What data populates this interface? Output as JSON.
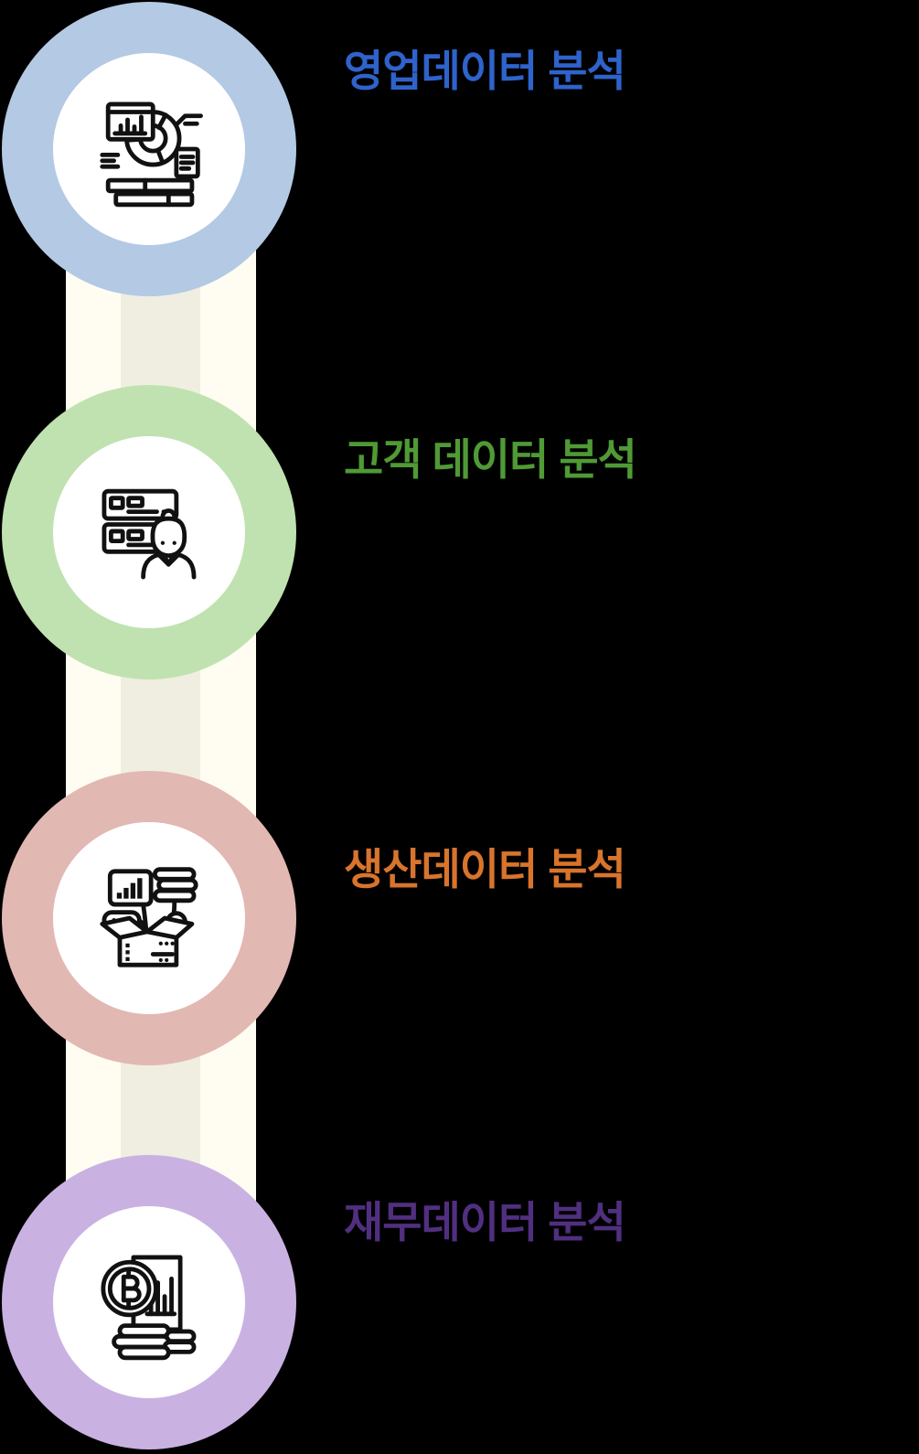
{
  "canvas": {
    "background_color": "#000000"
  },
  "timeline": {
    "band_outer_color": "#fffdf2",
    "band_inner_color": "#f0eee1",
    "inner_circle_color": "#ffffff",
    "icon_stroke_color": "#111111",
    "items": [
      {
        "title": "영업데이터 분석",
        "title_color": "#2e63cb",
        "ring_color": "#b3c9e4",
        "icon": "sales-data-analytics-icon"
      },
      {
        "title": "고객 데이터 분석",
        "title_color": "#4f9a35",
        "ring_color": "#c0e2b0",
        "icon": "customer-data-server-user-icon"
      },
      {
        "title": "생산데이터 분석",
        "title_color": "#d8742c",
        "ring_color": "#e2b8b3",
        "icon": "production-data-box-icon"
      },
      {
        "title": "재무데이터 분석",
        "title_color": "#512f80",
        "ring_color": "#c9b2e2",
        "icon": "finance-data-bitcoin-icon"
      }
    ]
  }
}
